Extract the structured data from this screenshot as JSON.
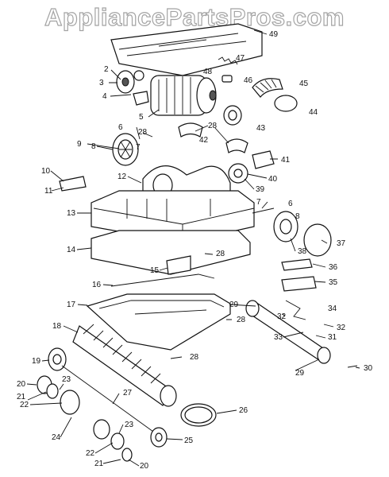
{
  "watermark": "AppliancePartsPros.com",
  "callouts": [
    "49",
    "47",
    "48",
    "2",
    "46",
    "45",
    "3",
    "4",
    "44",
    "5",
    "43",
    "6",
    "28",
    "28",
    "42",
    "9",
    "8",
    "7",
    "41",
    "40",
    "10",
    "12",
    "39",
    "11",
    "7",
    "6",
    "13",
    "8",
    "37",
    "38",
    "28",
    "14",
    "36",
    "15",
    "35",
    "16",
    "29",
    "34",
    "17",
    "28",
    "32",
    "32",
    "18",
    "33",
    "31",
    "28",
    "19",
    "29",
    "30",
    "20",
    "23",
    "27",
    "21",
    "22",
    "26",
    "24",
    "23",
    "22",
    "25",
    "21",
    "20"
  ]
}
